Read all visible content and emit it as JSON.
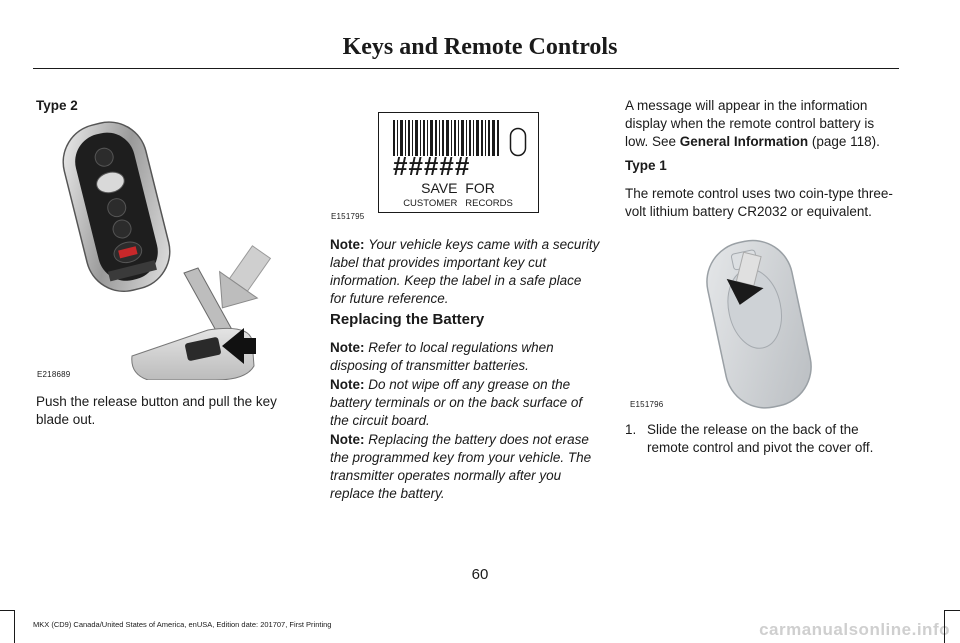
{
  "header": {
    "title": "Keys and Remote Controls"
  },
  "col1": {
    "heading": "Type 2",
    "figure_label": "E218689",
    "caption": "Push the release button and pull the key blade out."
  },
  "col2": {
    "label_card": {
      "hashes": "#####",
      "line1": "SAVE  FOR",
      "line2": "CUSTOMER   RECORDS"
    },
    "figure_label": "E151795",
    "note1": {
      "label": "Note:",
      "body": "Your vehicle keys came with a security label that provides important key cut information.  Keep the label in a safe place for future reference."
    },
    "section_heading": "Replacing the Battery",
    "note2": {
      "label": "Note:",
      "body": "Refer to local regulations when disposing of transmitter batteries."
    },
    "note3": {
      "label": "Note:",
      "body": "Do not wipe off any grease on the battery terminals or on the back surface of the circuit board."
    },
    "note4": {
      "label": "Note:",
      "body": "Replacing the battery does not erase the programmed key from your vehicle.  The transmitter operates normally after you replace the battery."
    }
  },
  "col3": {
    "para1_before": "A message will appear in the information display when the remote control battery is low.  See ",
    "para1_link": "General Information",
    "para1_after": " (page 118).",
    "heading": "Type 1",
    "para2": "The remote control uses two coin-type three-volt lithium battery CR2032 or equivalent.",
    "figure_label": "E151796",
    "step_num": "1.",
    "step_text": "Slide the release on the back of the remote control and pivot the cover off."
  },
  "footer": {
    "page_number": "60",
    "edition": "MKX (CD9) Canada/United States of America, enUSA, Edition date: 201707, First Printing",
    "watermark": "carmanualsonline.info"
  }
}
